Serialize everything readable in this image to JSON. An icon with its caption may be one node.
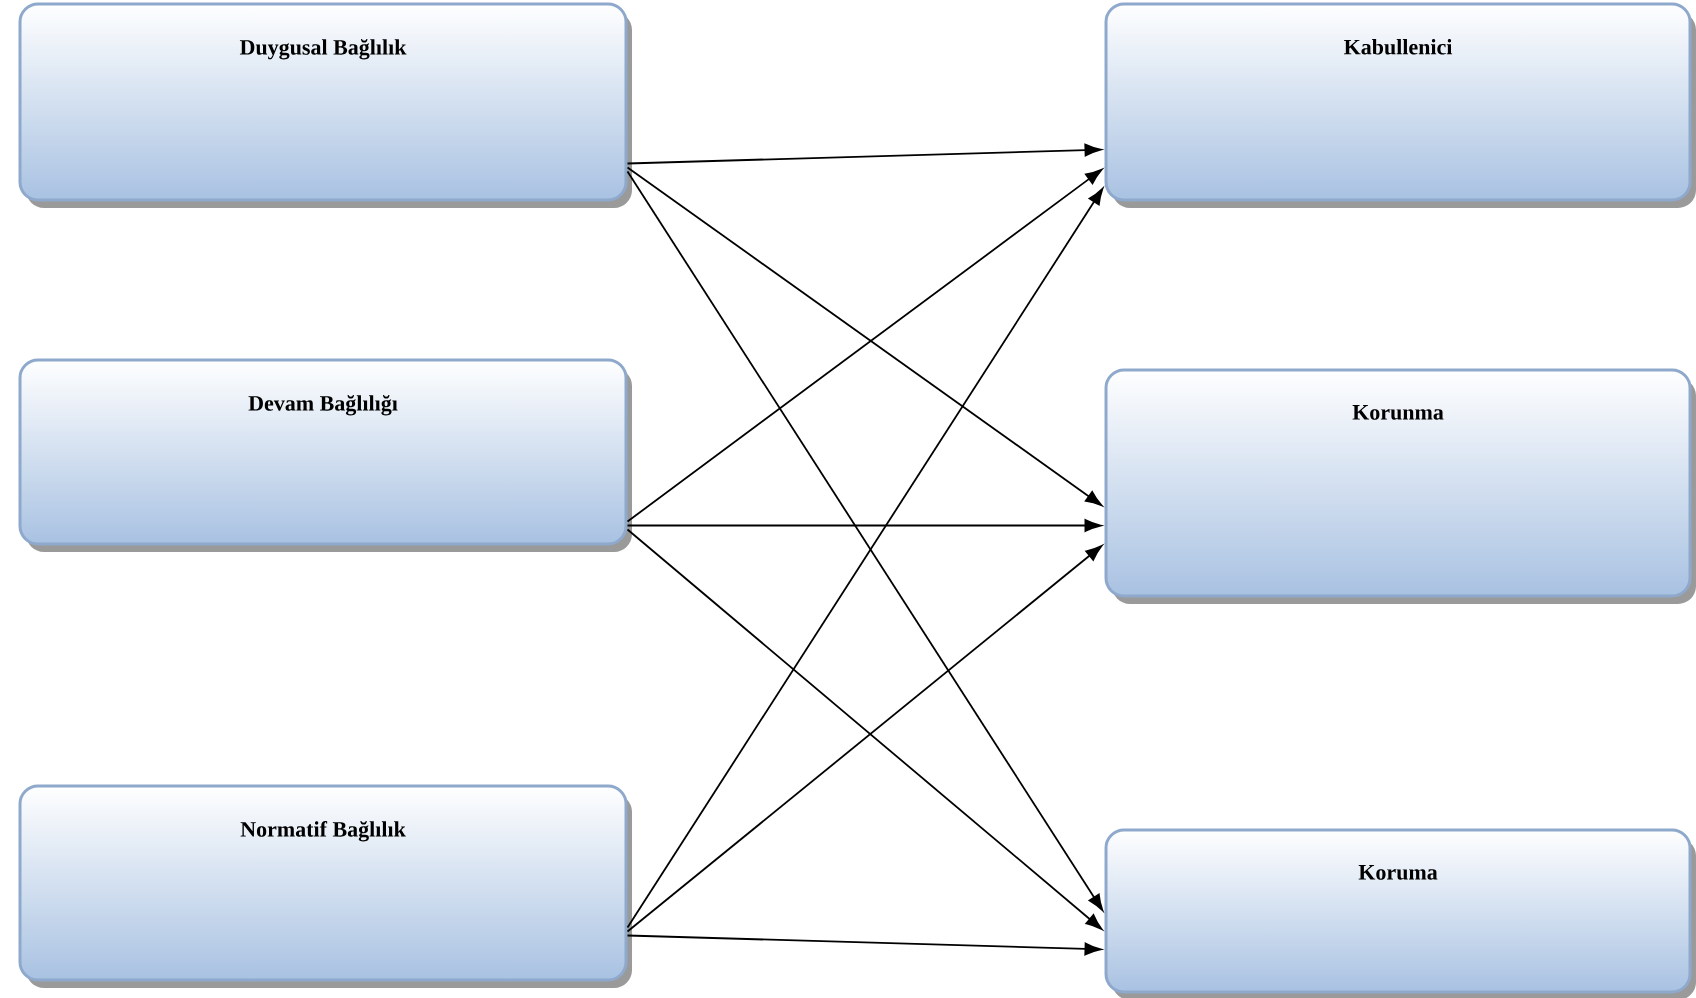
{
  "diagram": {
    "nodes": [
      {
        "text": [
          "Duygusal Bağlılık"
        ]
      },
      {
        "text": [
          "Devam Bağlılığı"
        ]
      },
      {
        "text": [
          "Normatif Bağlılık"
        ]
      },
      {
        "text": [
          "Kabullenici"
        ]
      },
      {
        "text": [
          "Korunma"
        ]
      },
      {
        "text": [
          "Koruma"
        ]
      }
    ],
    "edges": [
      {
        "from": 0,
        "to": 3,
        "arrow": "to"
      },
      {
        "from": 0,
        "to": 4,
        "arrow": "to"
      },
      {
        "from": 0,
        "to": 5,
        "arrow": "to"
      },
      {
        "from": 1,
        "to": 3,
        "arrow": "to"
      },
      {
        "from": 1,
        "to": 4,
        "arrow": "to"
      },
      {
        "from": 1,
        "to": 5,
        "arrow": "to"
      },
      {
        "from": 2,
        "to": 3,
        "arrow": "to"
      },
      {
        "from": 2,
        "to": 4,
        "arrow": "to"
      },
      {
        "from": 2,
        "to": 5,
        "arrow": "to"
      }
    ]
  }
}
